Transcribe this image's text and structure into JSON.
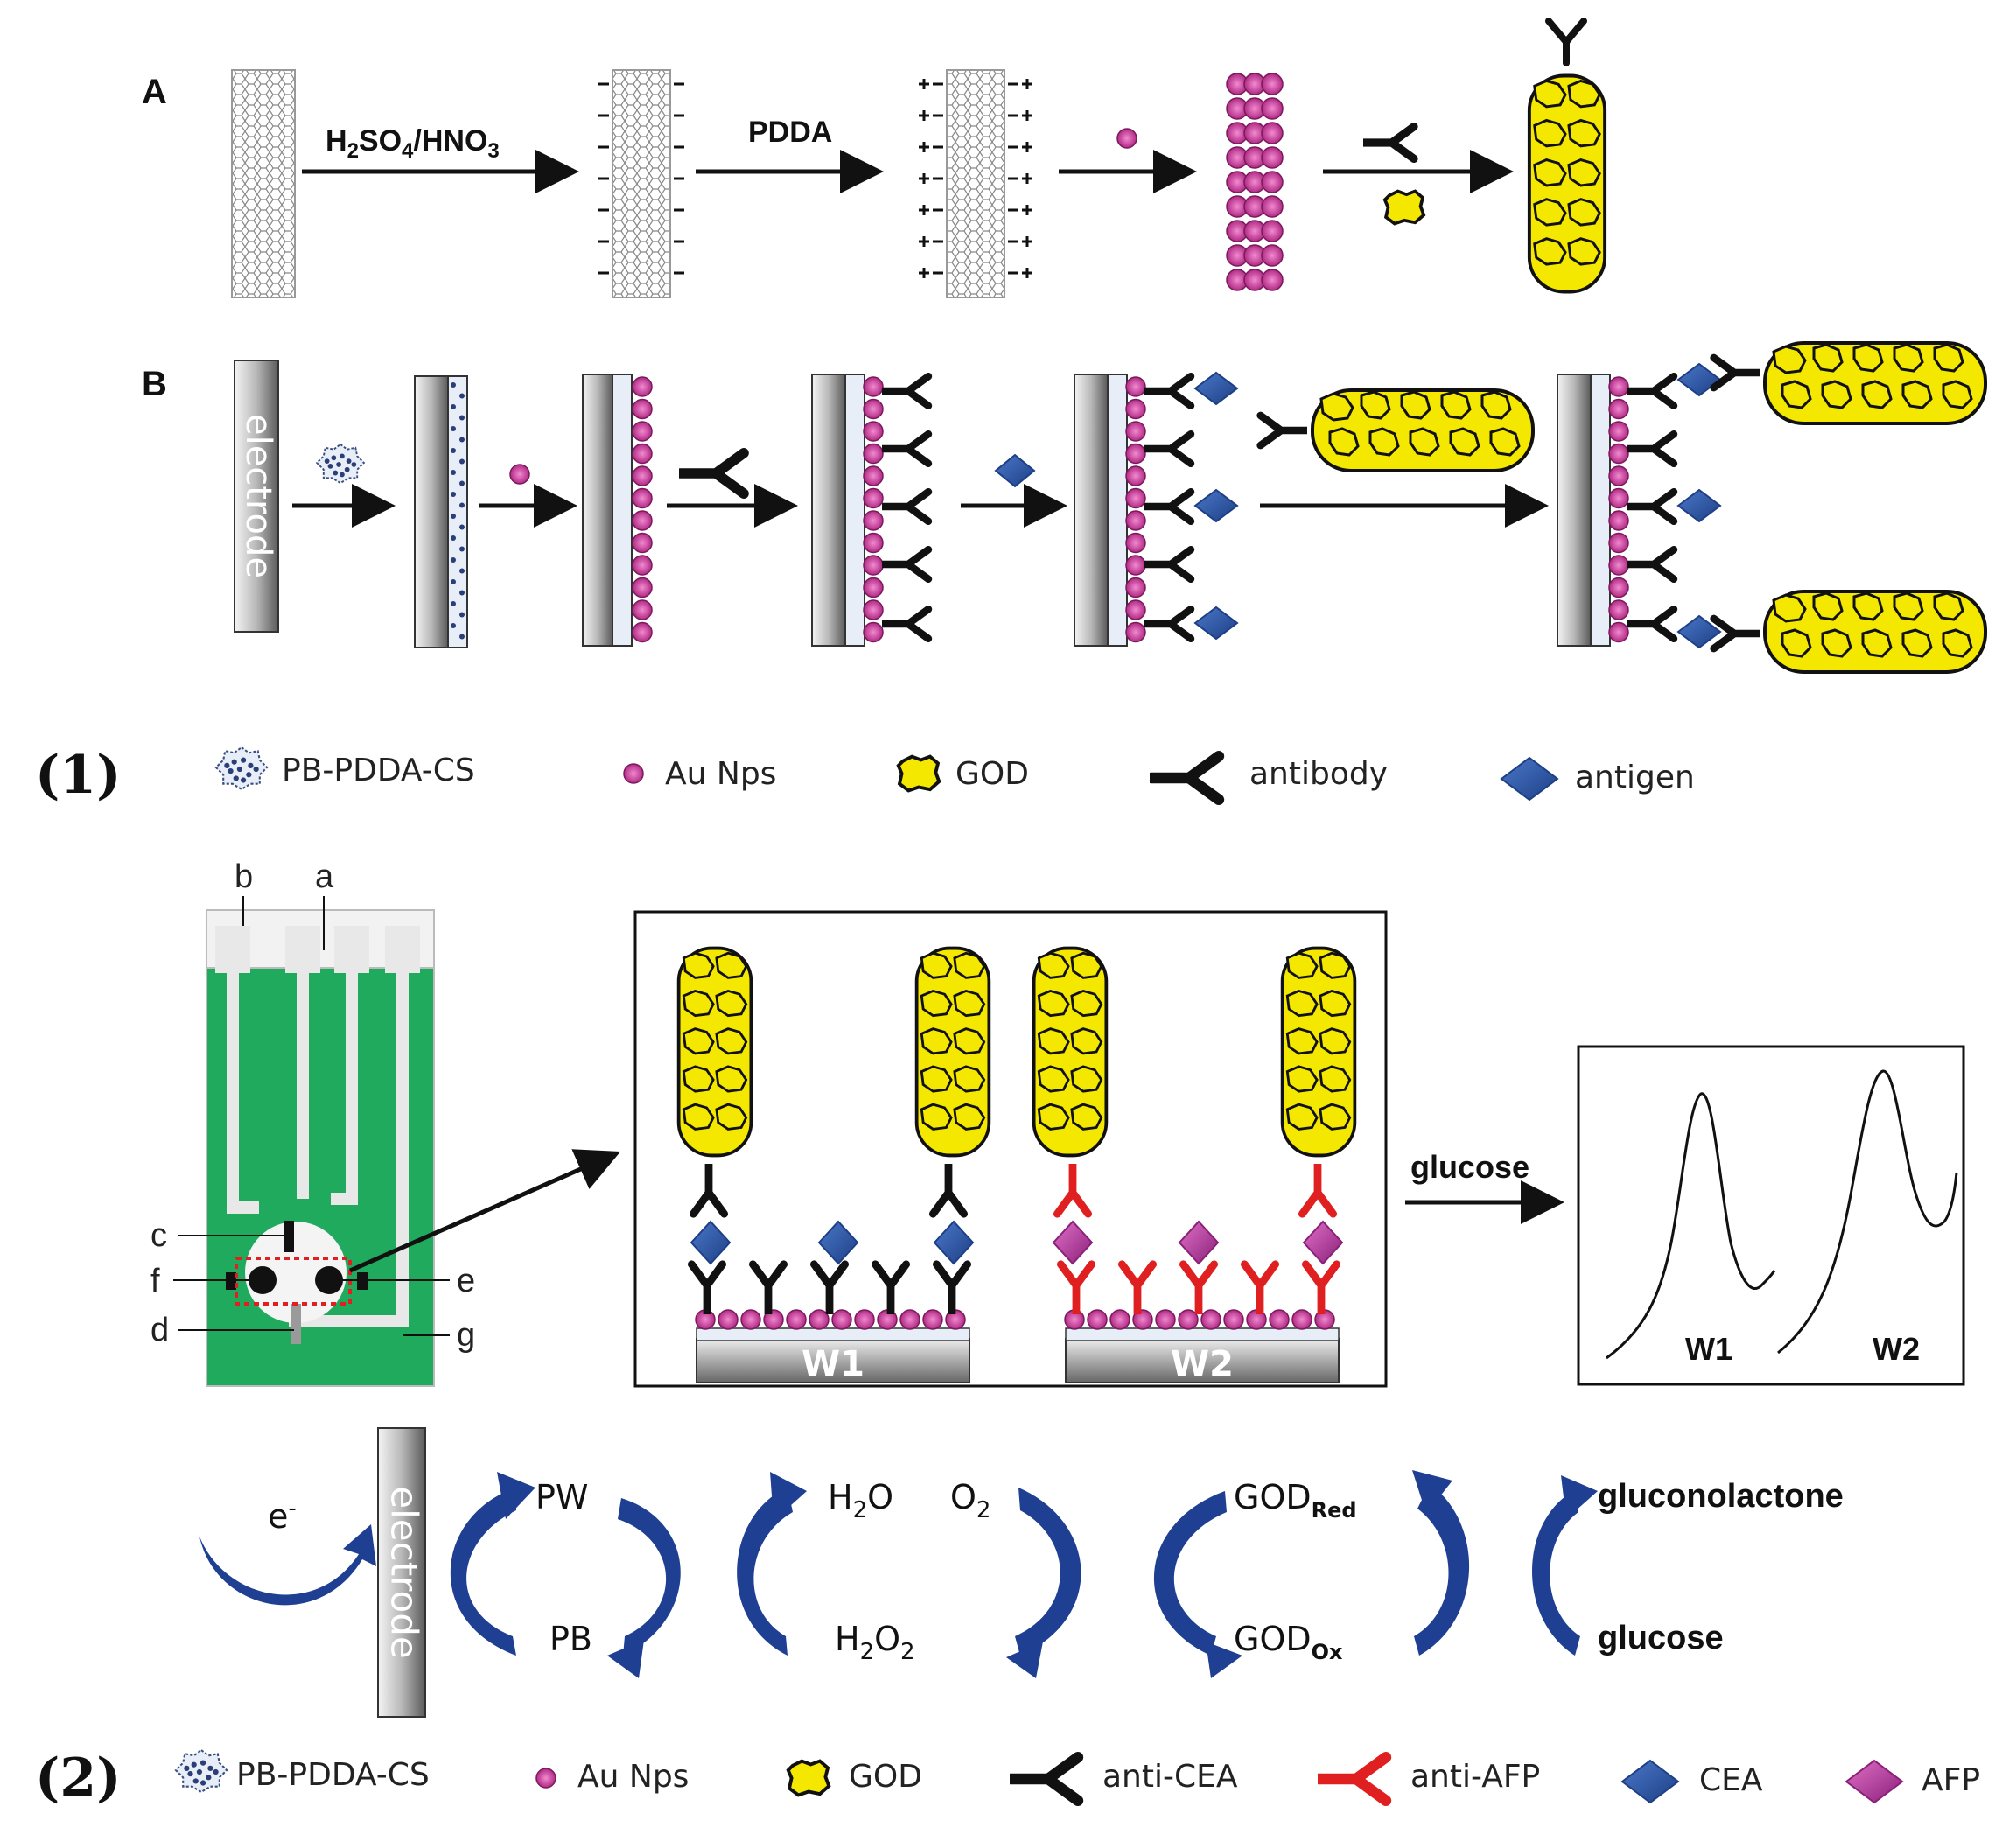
{
  "panelA": {
    "label": "A",
    "steps": [
      "H2SO4/HNO3",
      "PDDA"
    ],
    "step1_main": "H",
    "step1_sub1": "2",
    "step1_mid": "SO",
    "step1_sub2": "4",
    "step1_mid2": "/HNO",
    "step1_sub3": "3",
    "step2": "PDDA"
  },
  "panelB": {
    "label": "B",
    "electrode": "electrode"
  },
  "part1": {
    "label": "(1)",
    "legend": [
      "PB-PDDA-CS",
      "Au Nps",
      "GOD",
      "antibody",
      "antigen"
    ]
  },
  "part2": {
    "label": "(2)",
    "chip_labels": [
      "a",
      "b",
      "c",
      "d",
      "e",
      "f",
      "g"
    ],
    "electrodes": [
      "W1",
      "W2"
    ],
    "glucose_arrow": "glucose",
    "peaks": [
      "W1",
      "W2"
    ],
    "cycle": {
      "electrode": "electrode",
      "e": "e",
      "e_sup": "-",
      "pw": "PW",
      "pb": "PB",
      "h2o": "H",
      "h2o_sub": "2",
      "h2o_end": "O",
      "o2": "O",
      "o2_sub": "2",
      "h2o2_a": "H",
      "h2o2_sub1": "2",
      "h2o2_b": "O",
      "h2o2_sub2": "2",
      "god": "GOD",
      "god_red": "Red",
      "god_ox": "Ox",
      "gluconolactone": "gluconolactone",
      "glucose": "glucose"
    },
    "legend": [
      "PB-PDDA-CS",
      "Au Nps",
      "GOD",
      "anti-CEA",
      "anti-AFP",
      "CEA",
      "AFP"
    ]
  },
  "colors": {
    "gold_np": "#d43f9f",
    "god": "#f5e800",
    "antigen_cea": "#2b5aa8",
    "antigen_afp": "#c040a8",
    "anti_afp": "#e02020",
    "chip_green": "#1faa5e",
    "arrow_blue": "#1f3f93"
  }
}
